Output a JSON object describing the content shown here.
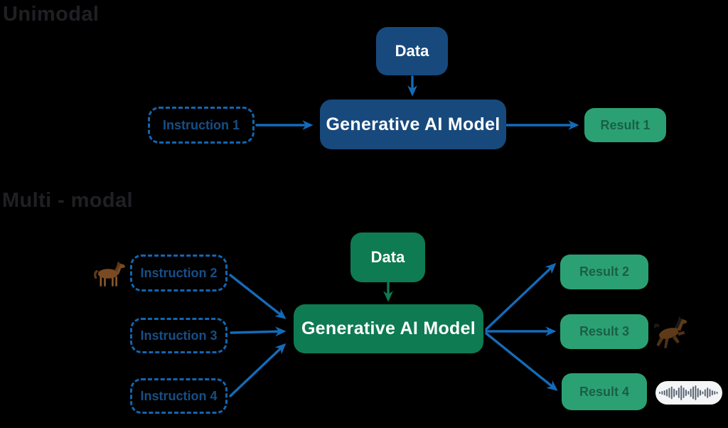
{
  "diagram": {
    "unimodal": {
      "heading": "Unimodal",
      "data_label": "Data",
      "model_label": "Generative AI Model",
      "instruction1": "Instruction 1",
      "result1": "Result 1"
    },
    "multimodal": {
      "heading": "Multi - modal",
      "data_label": "Data",
      "model_label": "Generative AI Model",
      "instruction2": "Instruction 2",
      "instruction3": "Instruction 3",
      "instruction4": "Instruction 4",
      "result2": "Result 2",
      "result3": "Result 3",
      "result4": "Result 4"
    }
  },
  "icons": {
    "instruction2_icon": "horse-icon",
    "result3_icon": "horse-icon",
    "result4_icon": "audio-waveform-icon",
    "audio_waveform_bars": [
      3,
      5,
      7,
      10,
      14,
      18,
      12,
      7,
      15,
      21,
      15,
      9,
      5,
      12,
      18,
      21,
      13,
      8,
      4,
      10,
      15,
      11,
      7,
      5,
      3
    ]
  },
  "colors": {
    "background": "#000000",
    "heading_text": "#202024",
    "unimodal_box": "#17497C",
    "multimodal_box": "#0E7B52",
    "result_box": "#2BA173",
    "result_text": "#1A5F46",
    "instruction_text": "#174E86",
    "dashed_border": "#1565AE",
    "arrow_blue": "#146BB8",
    "arrow_green": "#0E7B52",
    "waveform_bg": "#F4F5F6",
    "waveform_bar": "#5A6472"
  }
}
